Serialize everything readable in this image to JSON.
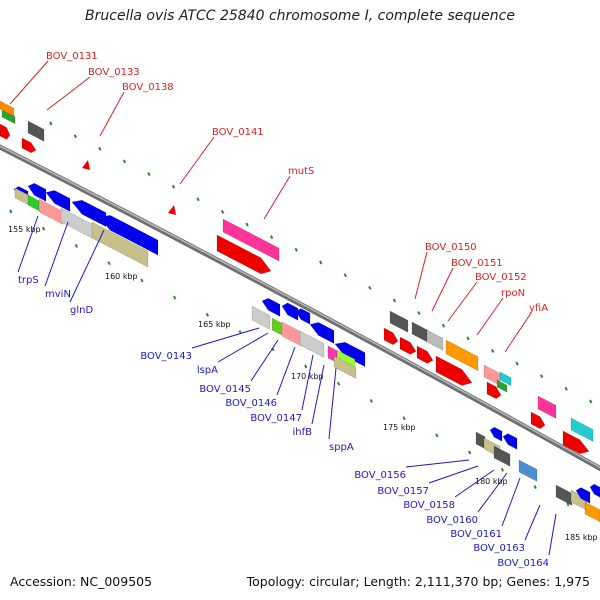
{
  "header": {
    "title": "Brucella ovis ATCC 25840 chromosome I, complete sequence"
  },
  "footer": {
    "accession": "Accession: NC_009505",
    "topology": "Topology: circular; Length: 2,111,370 bp; Genes: 1,975"
  },
  "colors": {
    "top_label": "#e02020",
    "bottom_label": "#1a1acc",
    "backbone": "#888888",
    "tick": "#2a8a2a"
  },
  "ticks": [
    "155 kbp",
    "160 kbp",
    "165 kbp",
    "170 kbp",
    "175 kbp",
    "180 kbp",
    "185 kbp"
  ],
  "top_labels": [
    "BOV_0131",
    "BOV_0133",
    "BOV_0138",
    "BOV_0141",
    "mutS",
    "BOV_0150",
    "BOV_0151",
    "BOV_0152",
    "rpoN",
    "yfiA"
  ],
  "bottom_labels": [
    "trpS",
    "mviN",
    "glnD",
    "BOV_0143",
    "lspA",
    "BOV_0145",
    "BOV_0146",
    "BOV_0147",
    "ihfB",
    "sppA",
    "BOV_0156",
    "BOV_0157",
    "BOV_0158",
    "BOV_0160",
    "BOV_0161",
    "BOV_0163",
    "BOV_0164"
  ]
}
